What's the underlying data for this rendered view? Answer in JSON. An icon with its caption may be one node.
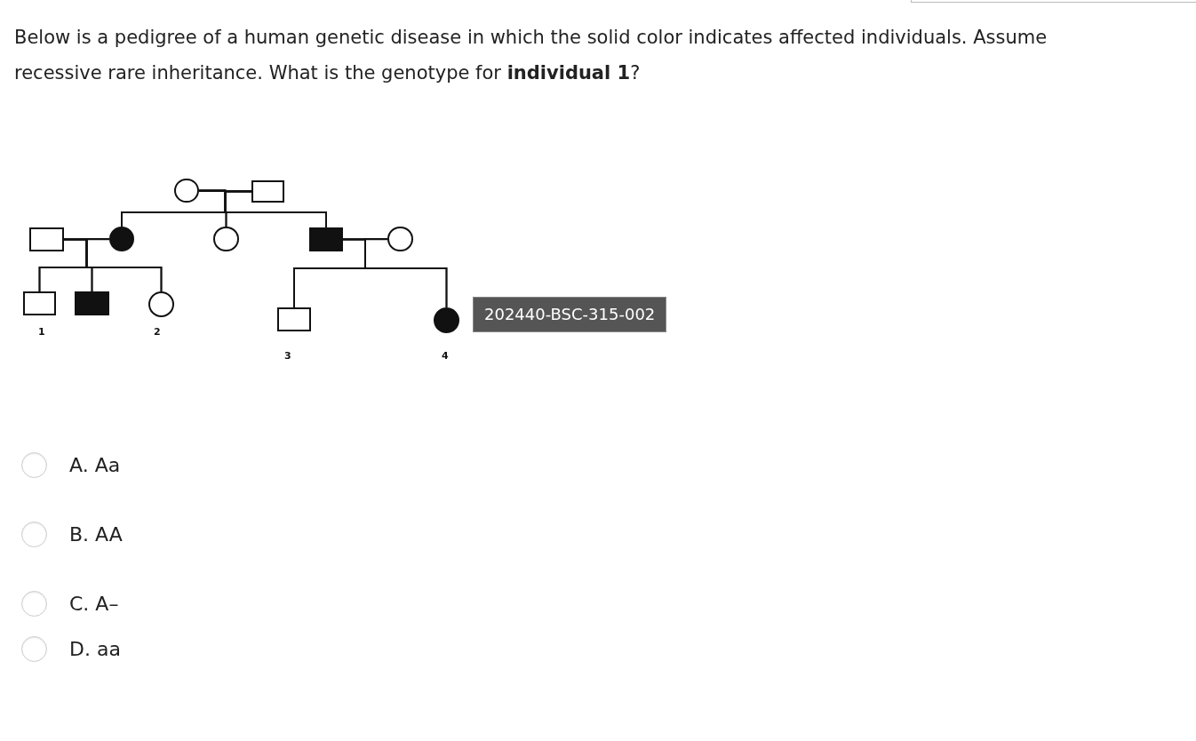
{
  "diagram": {
    "title": "Below is a pedigree of a human genetic disease in which the solid color indicates affected individuals. Assume recessive rare inheritance. What is the genotype for **individual 1**?",
    "nodes": [
      {
        "text": [],
        "shape": "circle"
      },
      {
        "text": [],
        "shape": "box"
      },
      {
        "text": [],
        "shape": "box"
      },
      {
        "text": [],
        "shape": "disc"
      },
      {
        "text": [],
        "shape": "circle"
      },
      {
        "text": [],
        "shape": "block"
      },
      {
        "text": [],
        "shape": "circle"
      },
      {
        "text": [],
        "shape": "box",
        "beside": [
          "1"
        ]
      },
      {
        "text": [],
        "shape": "block"
      },
      {
        "text": [],
        "shape": "circle",
        "beside": [
          "2"
        ]
      },
      {
        "text": [],
        "shape": "box",
        "beside": [
          "3"
        ]
      },
      {
        "text": [],
        "shape": "disc",
        "beside": [
          "4"
        ]
      }
    ],
    "edges": [
      {
        "from": 0,
        "to": 1,
        "arrow": "none"
      },
      {
        "from": 0,
        "to": 3,
        "arrow": "none"
      },
      {
        "from": 1,
        "to": 3,
        "arrow": "none"
      },
      {
        "from": 0,
        "to": 4,
        "arrow": "none"
      },
      {
        "from": 1,
        "to": 4,
        "arrow": "none"
      },
      {
        "from": 0,
        "to": 5,
        "arrow": "none"
      },
      {
        "from": 1,
        "to": 5,
        "arrow": "none"
      },
      {
        "from": 2,
        "to": 3,
        "arrow": "none"
      },
      {
        "from": 2,
        "to": 7,
        "arrow": "none"
      },
      {
        "from": 3,
        "to": 7,
        "arrow": "none"
      },
      {
        "from": 2,
        "to": 8,
        "arrow": "none"
      },
      {
        "from": 3,
        "to": 8,
        "arrow": "none"
      },
      {
        "from": 2,
        "to": 9,
        "arrow": "none"
      },
      {
        "from": 3,
        "to": 9,
        "arrow": "none"
      },
      {
        "from": 5,
        "to": 6,
        "arrow": "none"
      },
      {
        "from": 5,
        "to": 10,
        "arrow": "none"
      },
      {
        "from": 6,
        "to": 10,
        "arrow": "none"
      },
      {
        "from": 5,
        "to": 11,
        "arrow": "none"
      },
      {
        "from": 6,
        "to": 11,
        "arrow": "none"
      }
    ],
    "labels": [
      "202440-BSC-315-002",
      "A. Aa",
      "B. AA",
      "C. A–",
      "D. aa"
    ]
  }
}
